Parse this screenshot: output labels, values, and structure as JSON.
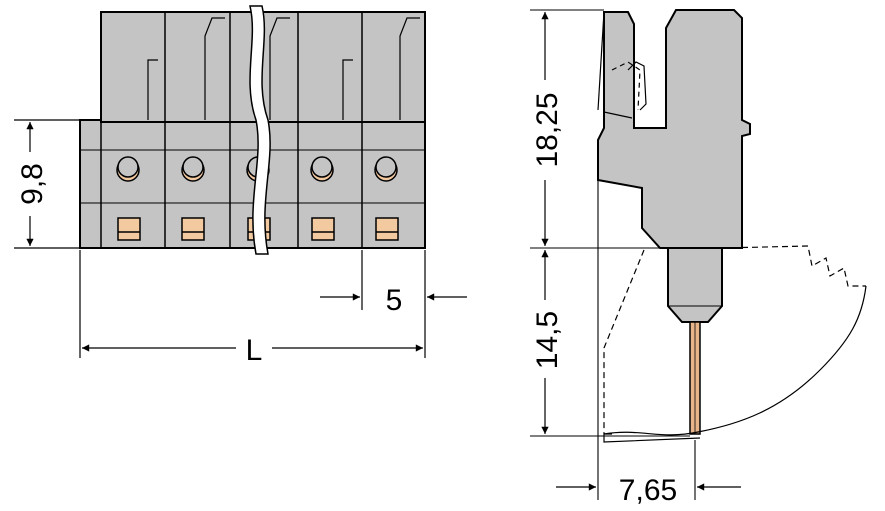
{
  "dimensions": {
    "height_front": "9,8",
    "pitch": "5",
    "length": "L",
    "height_upper": "18,25",
    "height_lower": "14,5",
    "offset": "7,65"
  },
  "colors": {
    "housing": "#c4c4c4",
    "contact": "#f3c9a0",
    "pin": "#e8b48a",
    "line": "#000000"
  }
}
